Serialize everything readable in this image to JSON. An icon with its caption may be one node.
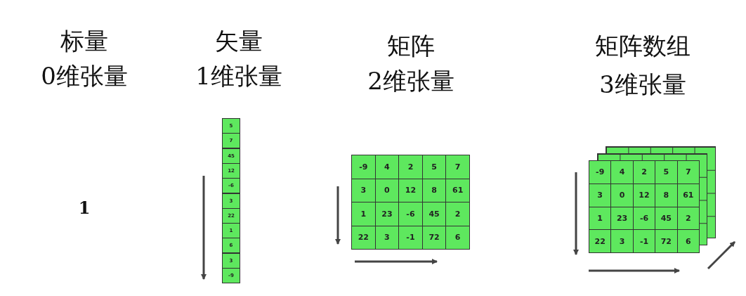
{
  "diagram": {
    "labels": [
      "标量",
      "0维张量",
      "矢量",
      "1维张量",
      "矩阵",
      "2维张量",
      "矩阵数组",
      "3维张量",
      "1",
      "5",
      "7",
      "45",
      "12",
      "-6",
      "3",
      "22",
      "1",
      "6",
      "3",
      "-9",
      "-9",
      "4",
      "2",
      "5",
      "7",
      "3",
      "0",
      "12",
      "8",
      "61",
      "1",
      "23",
      "-6",
      "45",
      "2",
      "22",
      "3",
      "-1",
      "72",
      "6",
      "-9",
      "4",
      "2",
      "5",
      "7",
      "3",
      "0",
      "12",
      "8",
      "61",
      "1",
      "23",
      "-6",
      "45",
      "2",
      "22",
      "3",
      "-1",
      "72",
      "6"
    ]
  }
}
